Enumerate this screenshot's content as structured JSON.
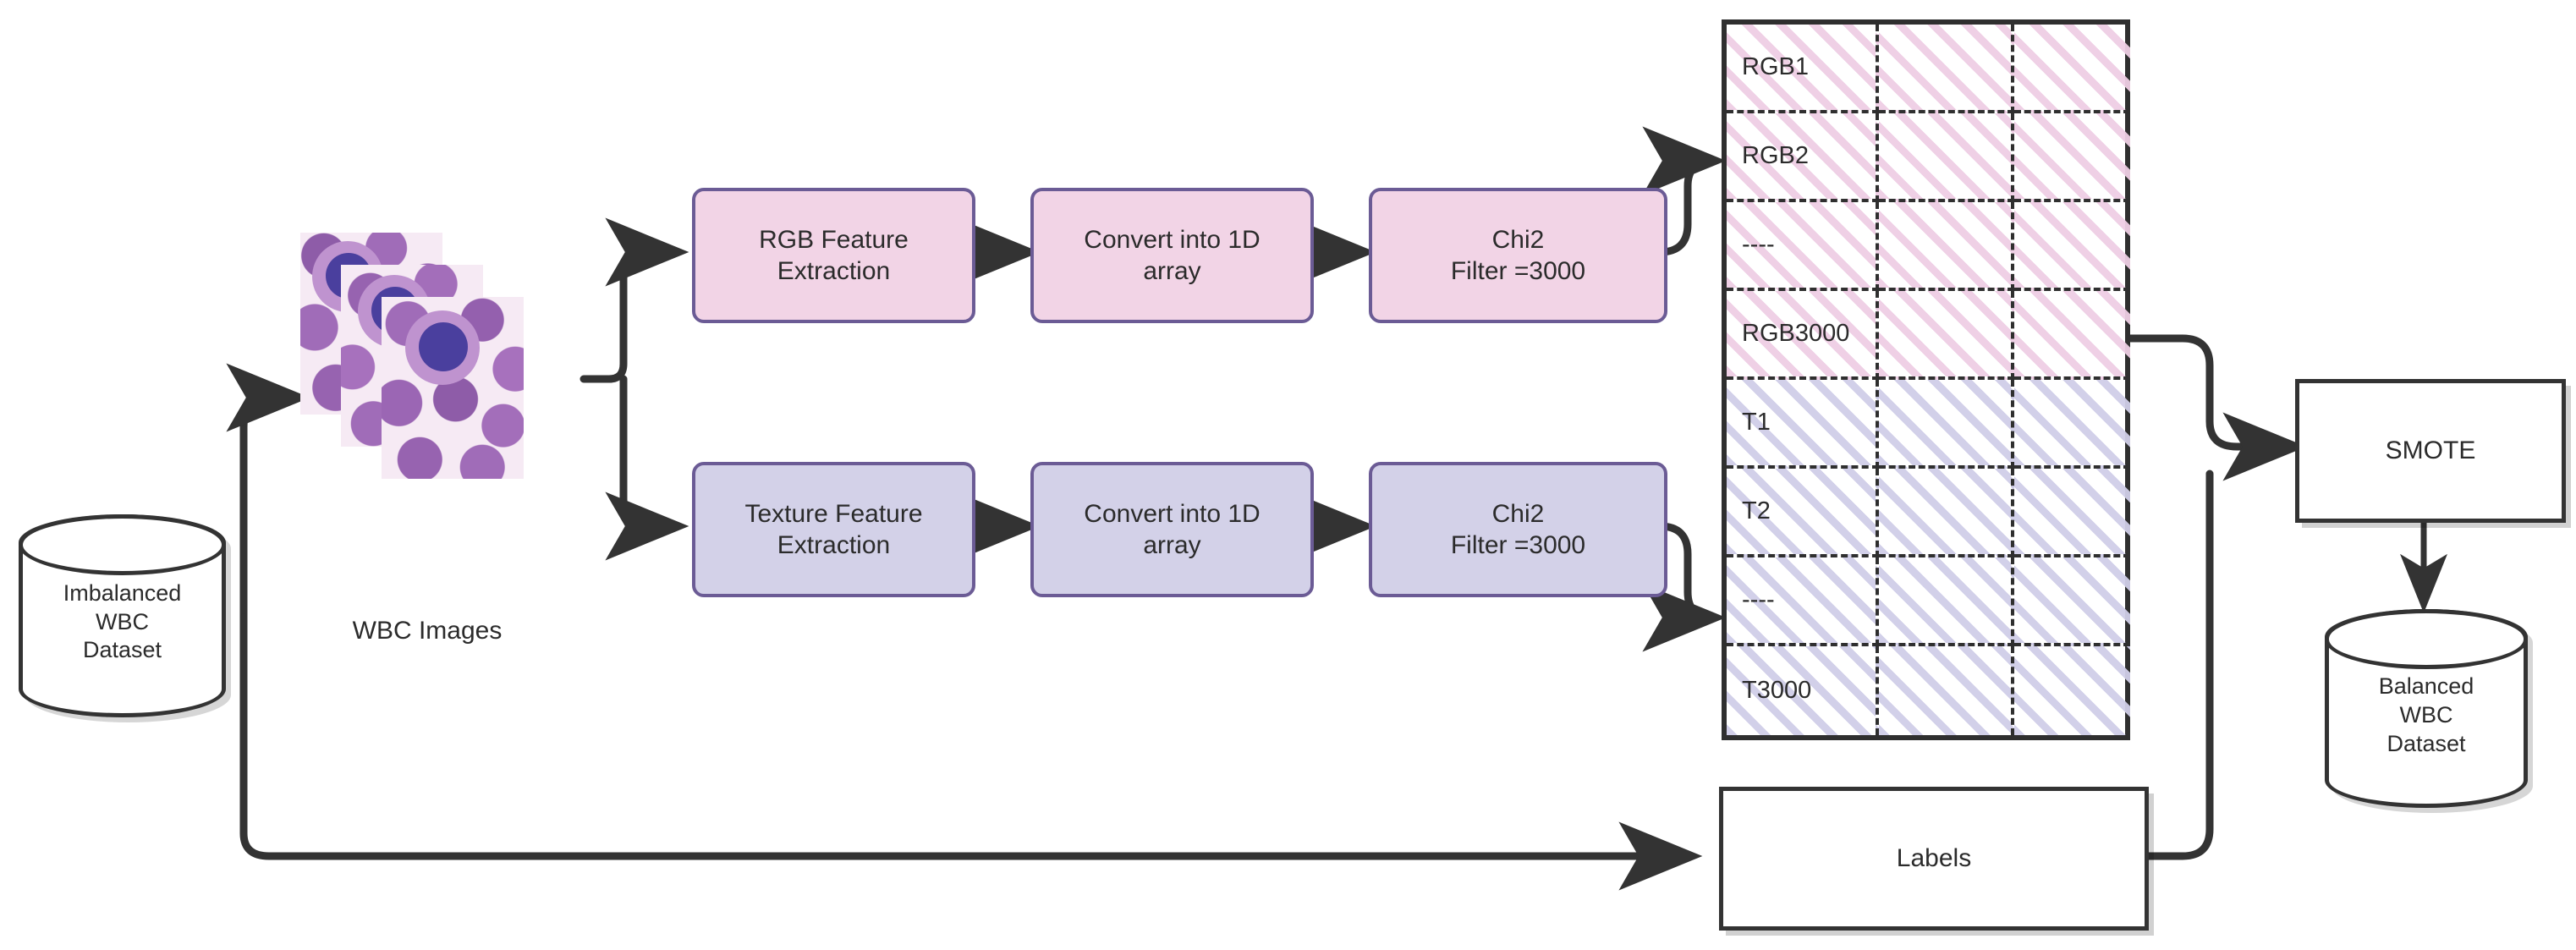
{
  "diagram": {
    "title": "WBC feature extraction and SMOTE balancing pipeline",
    "colors": {
      "rgb_branch_fill": "#f2d4e6",
      "texture_branch_fill": "#d3d1e8",
      "branch_border": "#6b5b95",
      "line": "#333333",
      "text": "#2b2b2b",
      "rgb_hatch": "#eecee4",
      "texture_hatch": "#d0cee8"
    }
  },
  "nodes": {
    "input_dataset": {
      "label": "Imbalanced\nWBC\nDataset",
      "shape": "cylinder"
    },
    "images": {
      "caption": "WBC Images",
      "shape": "image-stack",
      "count": 3
    },
    "rgb_extraction": {
      "label": "RGB Feature\nExtraction"
    },
    "rgb_convert": {
      "label": "Convert into 1D\narray"
    },
    "rgb_chi2": {
      "label": "Chi2\nFilter =3000"
    },
    "texture_extraction": {
      "label": "Texture Feature\nExtraction"
    },
    "texture_convert": {
      "label": "Convert into 1D\narray"
    },
    "texture_chi2": {
      "label": "Chi2\nFilter =3000"
    },
    "labels_box": {
      "label": "Labels"
    },
    "smote": {
      "label": "SMOTE"
    },
    "output_dataset": {
      "label": "Balanced\nWBC\nDataset",
      "shape": "cylinder"
    }
  },
  "feature_matrix": {
    "columns": 3,
    "rows": [
      {
        "name": "RGB1",
        "group": "rgb"
      },
      {
        "name": "RGB2",
        "group": "rgb"
      },
      {
        "name": "----",
        "group": "rgb"
      },
      {
        "name": "RGB3000",
        "group": "rgb"
      },
      {
        "name": "T1",
        "group": "texture"
      },
      {
        "name": "T2",
        "group": "texture"
      },
      {
        "name": "----",
        "group": "texture"
      },
      {
        "name": "T3000",
        "group": "texture"
      }
    ]
  }
}
